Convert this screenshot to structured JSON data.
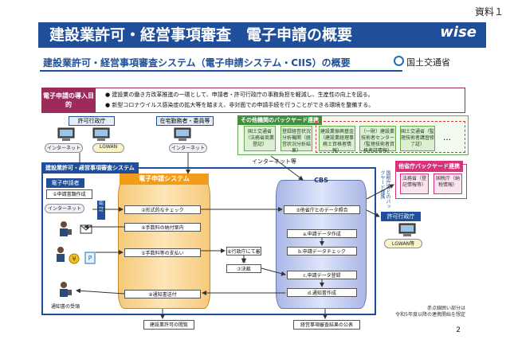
{
  "document_label": "資料１",
  "header": {
    "title": "建設業許可・経営事項審査　電子申請の概要",
    "brand": "wise"
  },
  "subtitle": "建設業許可・経営事項審査システム（電子申請システム・CIIS）の概要",
  "ministry": "国土交通省",
  "purpose": {
    "label": "電子申請の導入目的",
    "bullets": [
      "建設業の働き方改革推進の一環として、申請者・許可行政庁の事務負担を軽減し、生産性の向上を図る。",
      "新型コロナウイルス感染症の拡大等を踏まえ、非対面での申請手続を行うことができる環境を整備する。"
    ]
  },
  "top_actors": {
    "permit_agency": "許可行政庁",
    "housing_dept": "在宅勤務者・委員等",
    "internet": "インターネット",
    "lgwan": "LGWAN"
  },
  "backyard": {
    "title": "その他機関のバックヤード連携",
    "items": [
      "国土交通省（法務省商業登記）",
      "登録経営状況分析機関（経営状況分析結果）",
      "建設業振興基金（建設業経理事務士資格者情報）",
      "（一財）建設業技術者センター（監理技術者資格者証情報）",
      "国土交通省（監理技術者講習修了証）"
    ],
    "ellipsis": "…",
    "internet_link": "インターネット等"
  },
  "system": {
    "title": "建設業許可・経営事項審査システム",
    "applicant": "電子申請者",
    "create_form": "①申請書類作成",
    "internet": "インターネット",
    "auth": "認証",
    "electronic_system": "電子申請システム",
    "cbs": "CBS",
    "steps_left": [
      "②形式的なチェック",
      "④手数料の納付案内",
      "⑤手数料等の支払い",
      "⑨通知書送付"
    ],
    "steps_mid": [
      "⑥行政庁にて審査",
      "⑦決裁"
    ],
    "steps_right": [
      "③他省庁とのデータ照合",
      "a.申請データ作成",
      "b.申請データチェック",
      "c.申請データ登録",
      "d.通知書作成"
    ],
    "result_receive": "通知書の受領"
  },
  "other_agencies": {
    "title": "他省庁バックヤード連携",
    "items": [
      "法務省（登記情報等）",
      "国税庁（納税情報）"
    ],
    "link_label": "国税庁等とのバックヤード連携"
  },
  "permit_agency_right": {
    "title": "許可行政庁",
    "lgwan": "LGWAN等"
  },
  "outputs": {
    "permit_viewing": "建設業許可の閲覧",
    "kei_publication": "経営事項審査結果の公表"
  },
  "note_lines": [
    "赤点線囲い部分は",
    "令和5年度以降の連携開始を想定"
  ],
  "page_number": "2",
  "colors": {
    "title_blue": "#1f4f9a",
    "purpose_maroon": "#9c2a5a",
    "backyard_green": "#3f8f3f",
    "electronic_orange": "#f6c97a",
    "cbs_blue": "#aab7e6",
    "other_pink": "#d6337a"
  }
}
